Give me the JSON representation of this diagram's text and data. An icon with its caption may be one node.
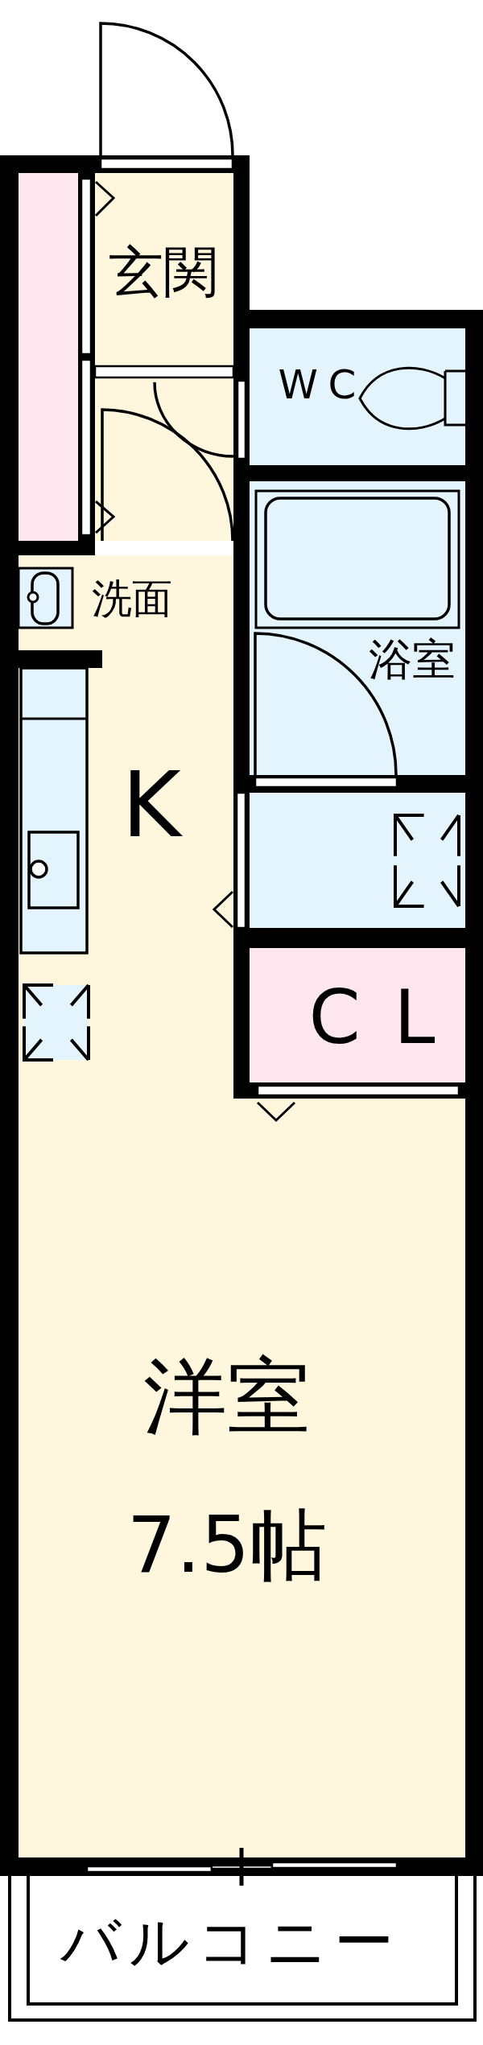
{
  "diagram": {
    "nodes": [
      {
        "text": [],
        "shape": "box"
      },
      {
        "text": [
          "玄関"
        ]
      },
      {
        "text": [
          "WC"
        ]
      },
      {
        "text": [
          "浴室"
        ]
      },
      {
        "text": [],
        "shape": "box"
      },
      {
        "text": [
          "CL"
        ]
      },
      {
        "text": [
          "洋室",
          "7.5帖"
        ]
      },
      {
        "text": [
          "バルコニー"
        ]
      }
    ],
    "edges": [],
    "labels": [
      "洗面",
      "K"
    ]
  }
}
